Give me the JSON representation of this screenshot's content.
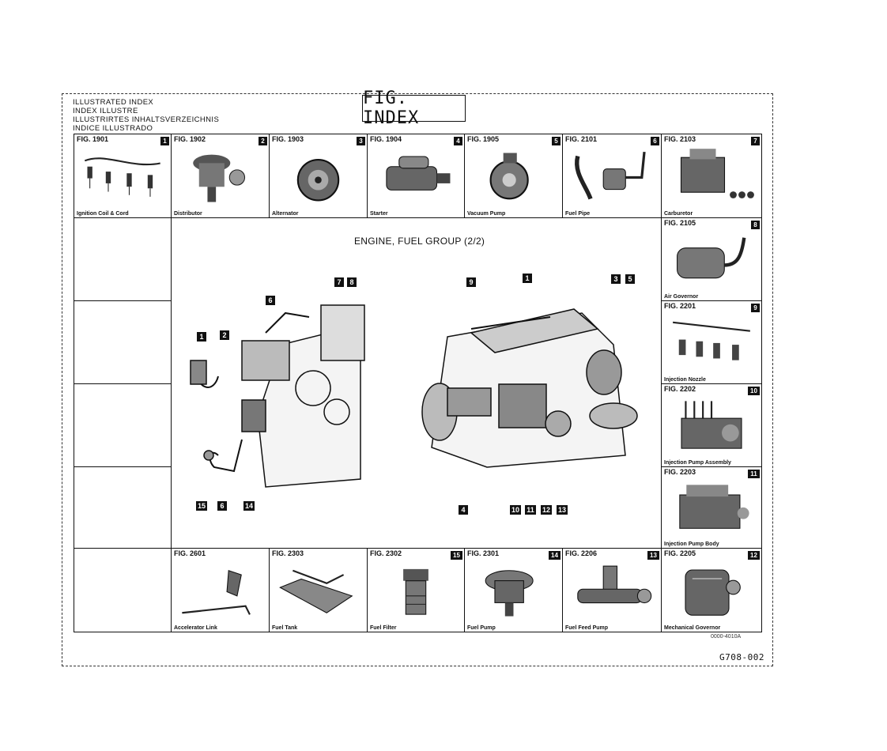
{
  "header": {
    "lines": [
      "ILLUSTRATED INDEX",
      "INDEX ILLUSTRE",
      "ILLUSTRIRTES INHALTSVERZEICHNIS",
      "INDICE ILLUSTRADO"
    ],
    "badge": "FIG. INDEX"
  },
  "center": {
    "title": "ENGINE, FUEL GROUP (2/2)"
  },
  "top_row": [
    {
      "fig": "FIG. 1901",
      "num": "1",
      "caption": "Ignition Coil & Cord",
      "icon": "coil-cord-icon"
    },
    {
      "fig": "FIG. 1902",
      "num": "2",
      "caption": "Distributor",
      "icon": "distributor-icon"
    },
    {
      "fig": "FIG. 1903",
      "num": "3",
      "caption": "Alternator",
      "icon": "alternator-icon"
    },
    {
      "fig": "FIG. 1904",
      "num": "4",
      "caption": "Starter",
      "icon": "starter-icon"
    },
    {
      "fig": "FIG. 1905",
      "num": "5",
      "caption": "Vacuum Pump",
      "icon": "vacuum-pump-icon"
    },
    {
      "fig": "FIG. 2101",
      "num": "6",
      "caption": "Fuel Pipe",
      "icon": "fuel-pipe-icon"
    },
    {
      "fig": "FIG. 2103",
      "num": "7",
      "caption": "Carburetor",
      "icon": "carburetor-icon"
    }
  ],
  "right_col": [
    {
      "fig": "FIG. 2105",
      "num": "8",
      "caption": "Air Governor",
      "icon": "air-governor-icon"
    },
    {
      "fig": "FIG. 2201",
      "num": "9",
      "caption": "Injection Nozzle",
      "icon": "injection-nozzle-icon"
    },
    {
      "fig": "FIG. 2202",
      "num": "10",
      "caption": "Injection Pump Assembly",
      "icon": "injection-pump-assembly-icon"
    },
    {
      "fig": "FIG. 2203",
      "num": "11",
      "caption": "Injection Pump Body",
      "icon": "injection-pump-body-icon"
    }
  ],
  "bottom_row": [
    {
      "fig": "FIG. 2601",
      "num": "",
      "caption": "Accelerator Link",
      "icon": "accelerator-link-icon"
    },
    {
      "fig": "FIG. 2303",
      "num": "",
      "caption": "Fuel Tank",
      "icon": "fuel-tank-icon"
    },
    {
      "fig": "FIG. 2302",
      "num": "15",
      "caption": "Fuel Filter",
      "icon": "fuel-filter-icon"
    },
    {
      "fig": "FIG. 2301",
      "num": "14",
      "caption": "Fuel Pump",
      "icon": "fuel-pump-icon"
    },
    {
      "fig": "FIG. 2206",
      "num": "13",
      "caption": "Fuel Feed Pump",
      "icon": "fuel-feed-pump-icon"
    },
    {
      "fig": "FIG. 2205",
      "num": "12",
      "caption": "Mechanical Governor",
      "icon": "mechanical-governor-icon"
    }
  ],
  "callouts_left": [
    "6",
    "7",
    "8",
    "1",
    "2",
    "15",
    "6",
    "14"
  ],
  "callouts_right": [
    "9",
    "1",
    "3",
    "5",
    "4",
    "10",
    "11",
    "12",
    "13"
  ],
  "footer": {
    "small_code": "0000-4010A",
    "code": "G708-002"
  }
}
